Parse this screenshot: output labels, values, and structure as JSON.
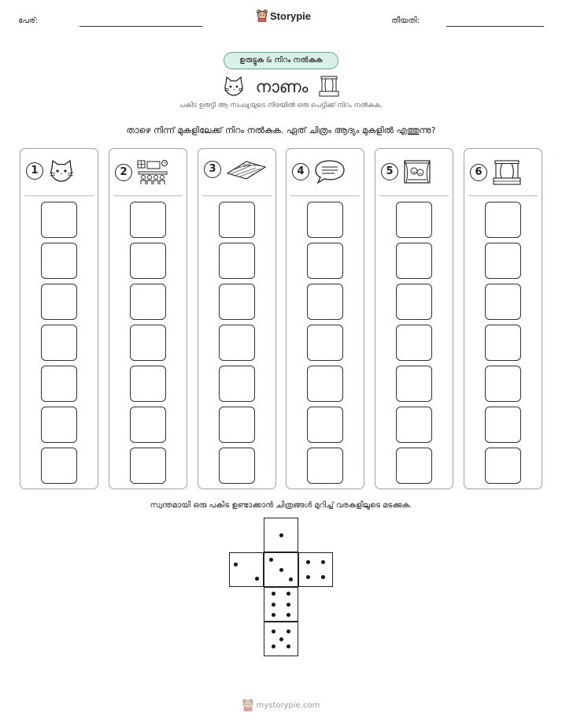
{
  "header": {
    "name_label": "പേര്:",
    "brand": "Storypie",
    "date_label": "തീയതി:"
  },
  "badge": "ഉരുട്ടുക & നിറം നൽകുക",
  "title": "നാണം",
  "instruction": "പകിട ഉരുട്ടി ആ സംഖ്യയുടെ നിരയിൽ ഒരു പെട്ടിക്ക് നിറം നൽകുക.",
  "question": "താഴെ നിന്ന് മുകളിലേക്ക് നിറം നൽകുക. ഏത് ചിത്രം ആദ്യം മുകളിൽ എത്തുന്നു?",
  "columns": [
    {
      "number": "1",
      "icon": "cat-icon"
    },
    {
      "number": "2",
      "icon": "classroom-icon"
    },
    {
      "number": "3",
      "icon": "mat-icon"
    },
    {
      "number": "4",
      "icon": "speech-bubble-icon"
    },
    {
      "number": "5",
      "icon": "theater-masks-icon"
    },
    {
      "number": "6",
      "icon": "stage-icon"
    }
  ],
  "boxes_per_column": 7,
  "fold_instruction": "സ്വന്തമായി ഒരു പകിട ഉണ്ടാക്കാൻ ചിത്രങ്ങൾ മുറിച്ച് വരകളിലൂടെ മടക്കുക.",
  "die_faces": [
    1,
    2,
    3,
    4,
    6,
    5
  ],
  "footer": "mystorypie.com"
}
